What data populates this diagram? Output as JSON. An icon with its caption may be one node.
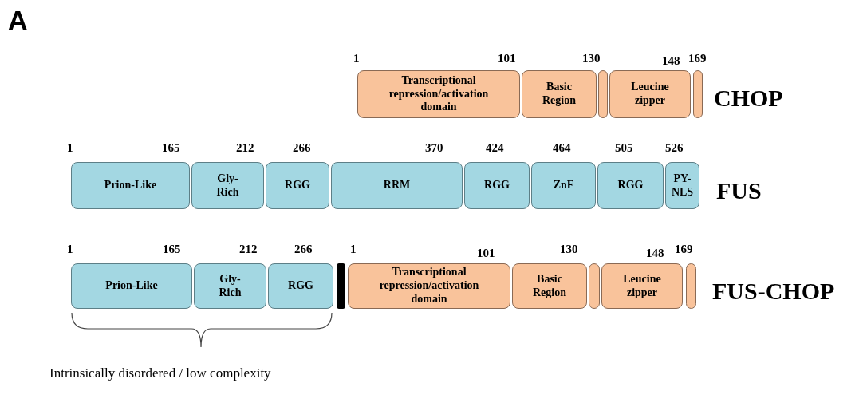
{
  "diagram": {
    "nodes": [
      {
        "text": [
          "Transcriptional repression/activation domain"
        ]
      },
      {
        "text": [
          "Basic Region"
        ]
      },
      {
        "text": [],
        "shape": "box"
      },
      {
        "text": [
          "Leucine zipper"
        ]
      },
      {
        "text": [],
        "shape": "box"
      },
      {
        "text": [
          "Prion-Like"
        ]
      },
      {
        "text": [
          "Gly-Rich"
        ]
      },
      {
        "text": [
          "RGG"
        ]
      },
      {
        "text": [
          "RRM"
        ]
      },
      {
        "text": [
          "RGG"
        ]
      },
      {
        "text": [
          "ZnF"
        ]
      },
      {
        "text": [
          "RGG"
        ]
      },
      {
        "text": [
          "PY-NLS"
        ]
      },
      {
        "text": [
          "Prion-Like"
        ]
      },
      {
        "text": [
          "Gly-Rich"
        ]
      },
      {
        "text": [
          "RGG"
        ]
      },
      {
        "text": [],
        "shape": "bar"
      },
      {
        "text": [
          "Transcriptional repression/activation domain"
        ]
      },
      {
        "text": [
          "Basic Region"
        ]
      },
      {
        "text": [],
        "shape": "box"
      },
      {
        "text": [
          "Leucine zipper"
        ]
      },
      {
        "text": [],
        "shape": "box"
      }
    ],
    "edges": [],
    "labels": [
      "A",
      "1",
      "101",
      "130",
      "148",
      "169",
      "CHOP",
      "1",
      "165",
      "212",
      "266",
      "370",
      "424",
      "464",
      "505",
      "526",
      "FUS",
      "1",
      "165",
      "212",
      "266",
      "1",
      "101",
      "130",
      "148",
      "169",
      "FUS-CHOP",
      "Intrinsically disordered / low complexity"
    ]
  }
}
